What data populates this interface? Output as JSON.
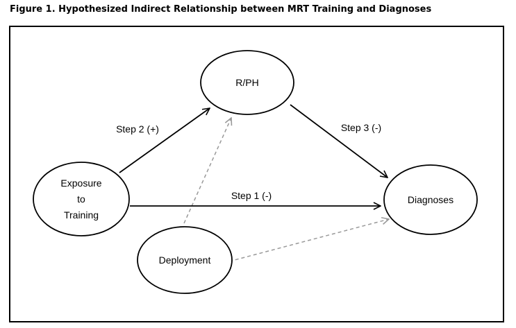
{
  "title": "Figure 1. Hypothesized Indirect Relationship between MRT Training and Diagnoses",
  "nodes": {
    "rph": {
      "label": "R/PH"
    },
    "exposure": {
      "lines": [
        "Exposure",
        "to",
        "Training"
      ]
    },
    "diagnoses": {
      "label": "Diagnoses"
    },
    "deployment": {
      "label": "Deployment"
    }
  },
  "edges": {
    "step1": {
      "label": "Step 1 (-)"
    },
    "step2": {
      "label": "Step 2 (+)"
    },
    "step3": {
      "label": "Step 3 (-)"
    }
  },
  "colors": {
    "solid_arrow": "#000000",
    "dashed_arrow": "#999999"
  }
}
